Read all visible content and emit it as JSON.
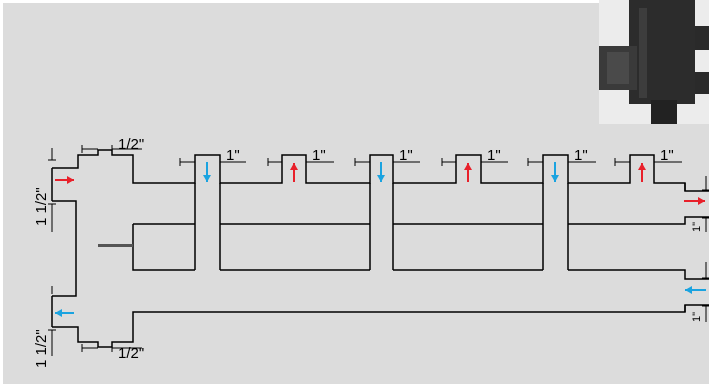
{
  "dimensions": {
    "outlet_connection": "1/2\"",
    "branch_connection": "1\"",
    "header_connection": "1 1/2\"",
    "right_connection": "1\""
  },
  "flow_colors": {
    "supply": "#e8202a",
    "return": "#1aa3e0"
  },
  "branches": [
    {
      "flow": "return",
      "label": "1\""
    },
    {
      "flow": "supply",
      "label": "1\""
    },
    {
      "flow": "return",
      "label": "1\""
    },
    {
      "flow": "supply",
      "label": "1\""
    },
    {
      "flow": "return",
      "label": "1\""
    },
    {
      "flow": "supply",
      "label": "1\""
    }
  ],
  "photo": {
    "icon": "manifold-fitting-photo"
  }
}
